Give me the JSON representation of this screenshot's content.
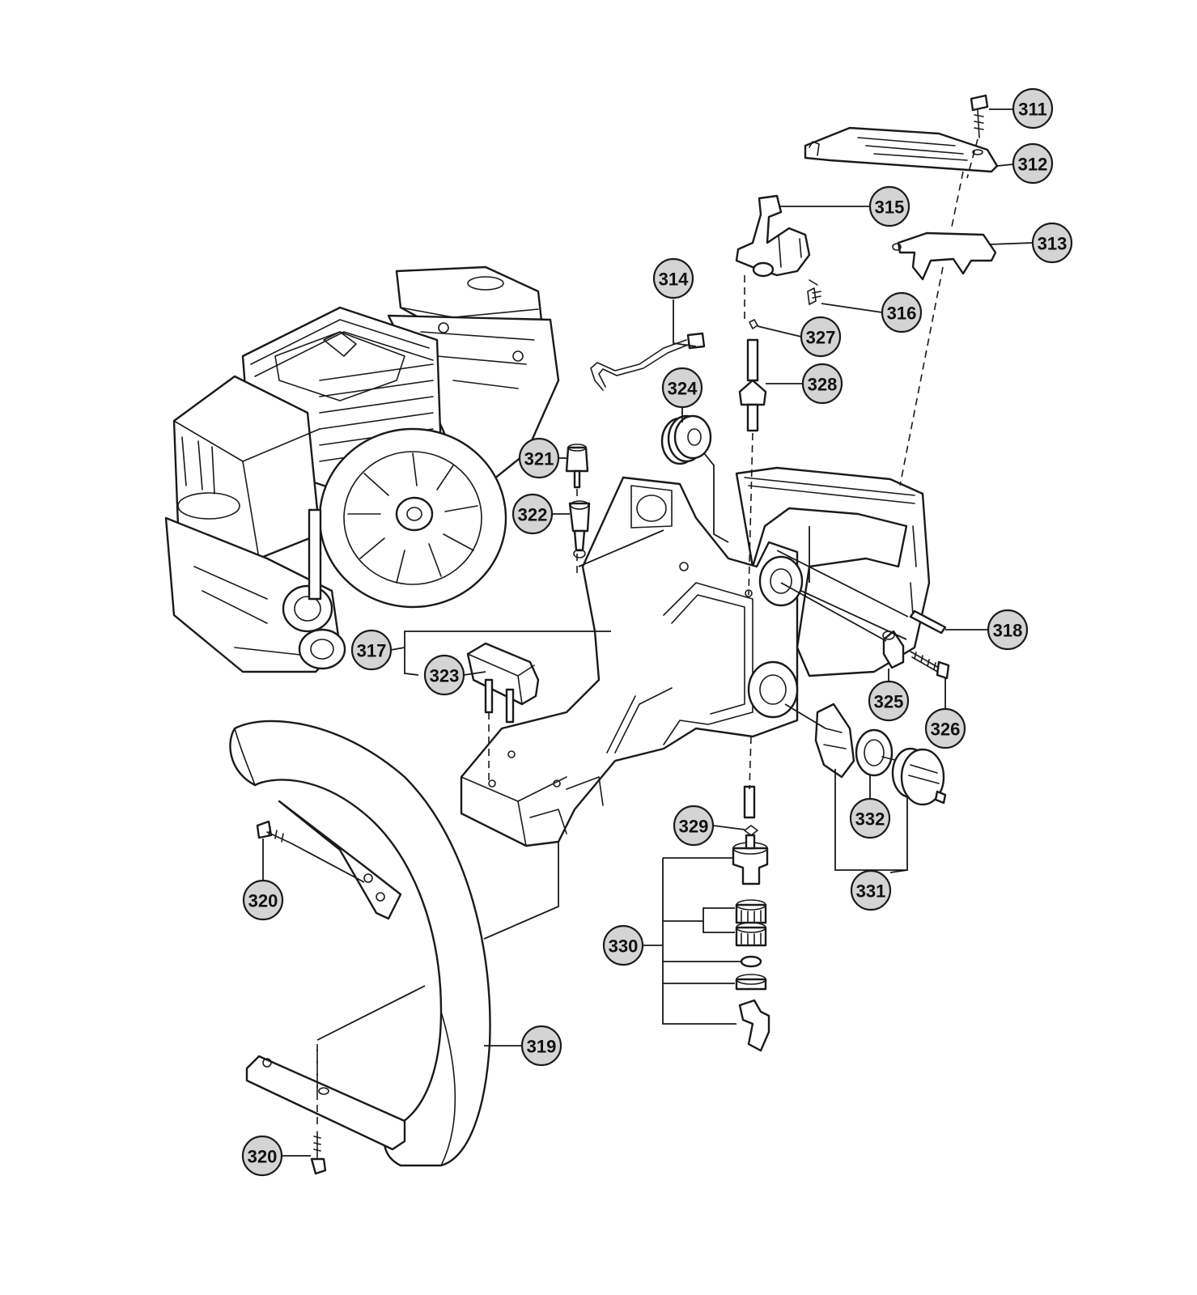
{
  "callouts": [
    {
      "id": "311",
      "label": "311"
    },
    {
      "id": "312",
      "label": "312"
    },
    {
      "id": "313",
      "label": "313"
    },
    {
      "id": "314",
      "label": "314"
    },
    {
      "id": "315",
      "label": "315"
    },
    {
      "id": "316",
      "label": "316"
    },
    {
      "id": "317",
      "label": "317"
    },
    {
      "id": "318",
      "label": "318"
    },
    {
      "id": "319",
      "label": "319"
    },
    {
      "id": "320a",
      "label": "320"
    },
    {
      "id": "320b",
      "label": "320"
    },
    {
      "id": "321",
      "label": "321"
    },
    {
      "id": "322",
      "label": "322"
    },
    {
      "id": "323",
      "label": "323"
    },
    {
      "id": "324",
      "label": "324"
    },
    {
      "id": "325",
      "label": "325"
    },
    {
      "id": "326",
      "label": "326"
    },
    {
      "id": "327",
      "label": "327"
    },
    {
      "id": "328",
      "label": "328"
    },
    {
      "id": "329",
      "label": "329"
    },
    {
      "id": "330",
      "label": "330"
    },
    {
      "id": "331",
      "label": "331"
    },
    {
      "id": "332",
      "label": "332"
    }
  ],
  "colors": {
    "callout_fill": "#d4d4d4",
    "ink": "#1a1a1a",
    "background": "#ffffff"
  }
}
